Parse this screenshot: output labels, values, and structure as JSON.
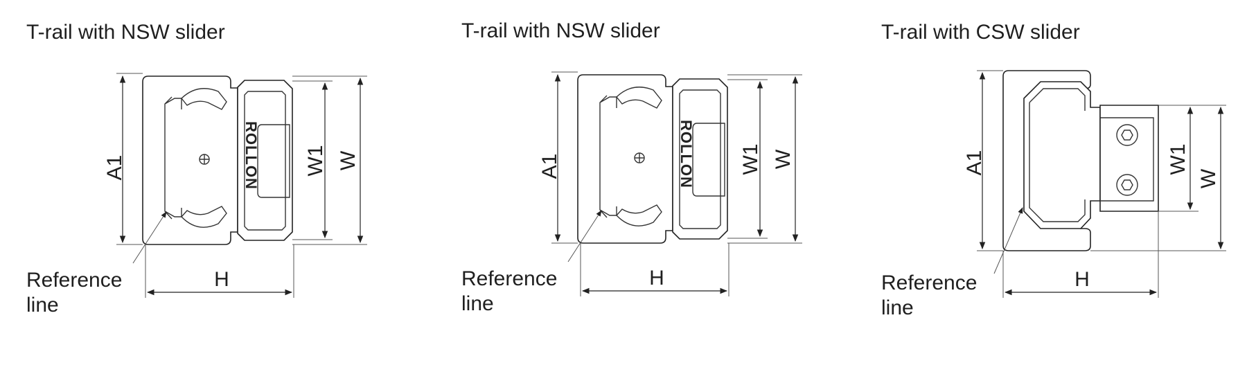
{
  "panels": [
    {
      "title": "T-rail with NSW slider",
      "labels": {
        "a1": "A1",
        "w1": "W1",
        "w": "W",
        "h": "H",
        "ref_line1": "Reference",
        "ref_line2": "line"
      },
      "logo": "ROLLON"
    },
    {
      "title": "T-rail with NSW slider",
      "labels": {
        "a1": "A1",
        "w1": "W1",
        "w": "W",
        "h": "H",
        "ref_line1": "Reference",
        "ref_line2": "line"
      },
      "logo": "ROLLON"
    },
    {
      "title": "T-rail with CSW slider",
      "labels": {
        "a1": "A1",
        "w1": "W1",
        "w": "W",
        "h": "H",
        "ref_line1": "Reference",
        "ref_line2": "line"
      }
    }
  ],
  "colors": {
    "line": "#222222",
    "background": "#ffffff"
  }
}
